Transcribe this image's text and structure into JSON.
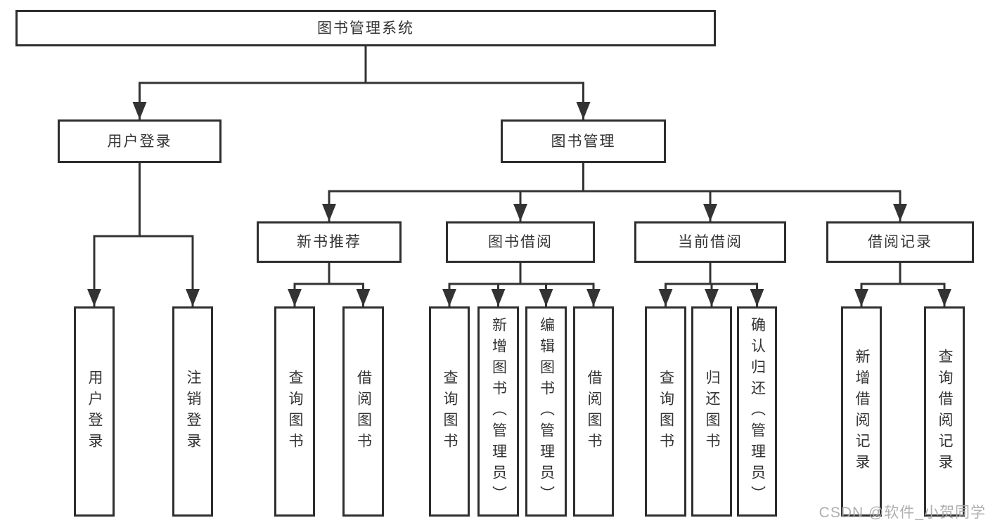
{
  "diagram": {
    "root": "图书管理系统",
    "level2": {
      "user_login": "用户登录",
      "book_mgmt": "图书管理"
    },
    "level3": {
      "new_book_rec": "新书推荐",
      "book_borrow": "图书借阅",
      "current_borrow": "当前借阅",
      "borrow_records": "借阅记录"
    },
    "leaves": {
      "ul_user_login": "用户登录",
      "ul_logout": "注销登录",
      "nb_query": "查询图书",
      "nb_borrow": "借阅图书",
      "bb_query": "查询图书",
      "bb_add": "新增图书（管理员）",
      "bb_edit": "编辑图书（管理员）",
      "bb_borrow": "借阅图书",
      "cb_query": "查询图书",
      "cb_return": "归还图书",
      "cb_confirm": "确认归还（管理员）",
      "br_add": "新增借阅记录",
      "br_query": "查询借阅记录"
    }
  },
  "watermark": "CSDN @软件_小贺同学",
  "colors": {
    "line": "#333333",
    "box_border": "#2e2e2e",
    "text": "#333333",
    "watermark": "#a8a8a8"
  }
}
